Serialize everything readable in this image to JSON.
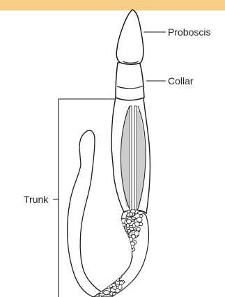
{
  "colors": {
    "top_bar": "#F6CD86",
    "outline": "#1a1a1a",
    "body_fill": "#ffffff"
  },
  "labels": {
    "proboscis": "Proboscis",
    "collar": "Collar",
    "trunk": "Trunk"
  }
}
